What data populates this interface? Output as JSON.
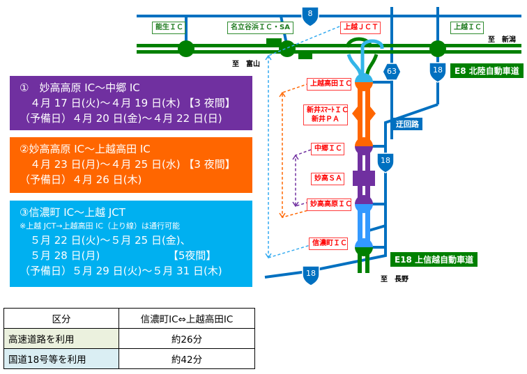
{
  "panels": [
    {
      "title": "①　妙高高原 IC～中郷 IC",
      "lines": [
        "　４月 17 日(火)～４月 19 日(木) 【3 夜間】",
        "（予備日）４月 20 日(金)～４月 22 日(日)"
      ],
      "color": "#7030a0"
    },
    {
      "title": "②妙高高原 IC～上越高田 IC",
      "lines": [
        "　４月 23 日(月)～４月 25 日(水) 【3 夜間】",
        "（予備日）４月 26 日(木)"
      ],
      "color": "#ff6600"
    },
    {
      "title": "③信濃町 IC～上越 JCT",
      "note": "※上越 JCT→上越高田 IC（上り線）は通行可能",
      "lines": [
        "　５月 22 日(火)～５月 25 日(金)、",
        "　５月 28 日(月)　　　　　　　【5夜間】",
        "（予備日）５月 29 日(火)～５月 31 日(木)"
      ],
      "color": "#00b0f0"
    }
  ],
  "map": {
    "green_labels": {
      "nou": "能生ＩＣ",
      "nadachi": "名立谷浜ＩＣ・SA",
      "joetsu_ic": "上越ＩＣ"
    },
    "red_labels": {
      "joetsu_jct": "上越ＪＣＴ",
      "takada": "上越高田ＩＣ",
      "arai_1": "新井ｽﾏｰﾄＩＣ",
      "arai_2": "新井ＰＡ",
      "nakago": "中郷ＩＣ",
      "myoko_sa": "妙高ＳＡ",
      "myoko_kogen": "妙高高原ＩＣ",
      "shinano": "信濃町ＩＣ"
    },
    "destinations": {
      "toyama": "至　富山",
      "niigata": "至　新潟",
      "nagano": "至　長野"
    },
    "road_names": {
      "e8": "E8 北陸自動車道",
      "e18": "E18 上信越自動車道",
      "detour": "迂回路"
    },
    "route_shields": {
      "r8": "8",
      "r63": "63",
      "r18_top": "18",
      "r18_mid": "18",
      "r18_bottom": "18"
    },
    "colors": {
      "expressway": "#008000",
      "national_road": "#0070c0",
      "section1": "#7030a0",
      "section2": "#ff6600",
      "section3": "#3399ff",
      "jct": "#33b5e8"
    }
  },
  "table": {
    "headers": [
      "区分",
      "信濃町IC⇔上越高田IC"
    ],
    "rows": [
      {
        "label": "高速道路を利用",
        "value": "約26分"
      },
      {
        "label": "国道18号等を利用",
        "value": "約42分"
      }
    ]
  }
}
